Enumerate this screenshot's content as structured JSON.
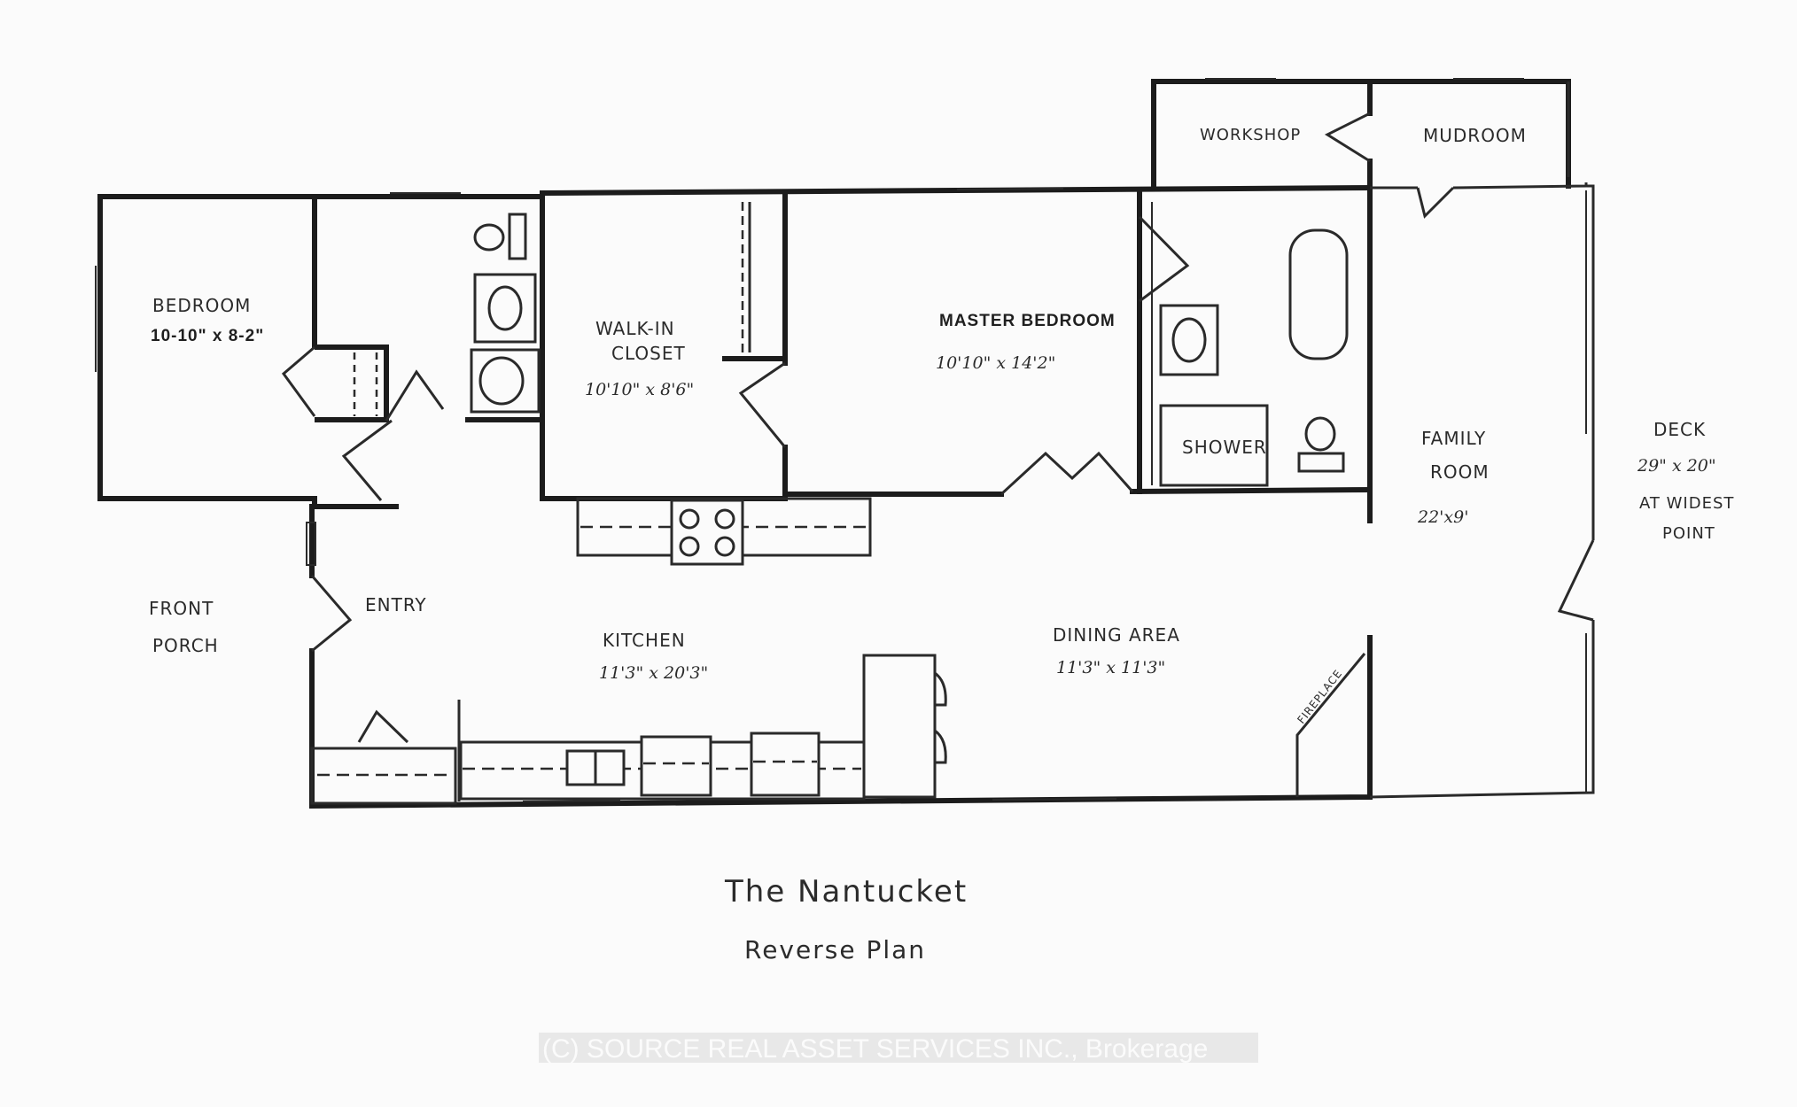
{
  "title": "The Nantucket",
  "subtitle": "Reverse Plan",
  "watermark": "(C) SOURCE REAL ASSET SERVICES INC., Brokerage",
  "rooms": {
    "bedroom": {
      "name": "BEDROOM",
      "dims": "10-10\" x 8-2\""
    },
    "walk_in_closet": {
      "name_line1": "WALK-IN",
      "name_line2": "CLOSET",
      "dims": "10'10\" x 8'6\""
    },
    "master_bedroom": {
      "name": "MASTER BEDROOM",
      "dims": "10'10\" x 14'2\""
    },
    "workshop": {
      "name": "WORKSHOP"
    },
    "mudroom": {
      "name": "MUDROOM"
    },
    "shower": {
      "name": "SHOWER"
    },
    "family_room": {
      "name_line1": "FAMILY",
      "name_line2": "ROOM",
      "dims": "22'x9'"
    },
    "deck": {
      "name": "DECK",
      "dims": "29\" x 20\"",
      "note_line1": "AT WIDEST",
      "note_line2": "POINT"
    },
    "front_porch": {
      "name_line1": "FRONT",
      "name_line2": "PORCH"
    },
    "entry": {
      "name": "ENTRY"
    },
    "kitchen": {
      "name": "KITCHEN",
      "dims": "11'3\" x 20'3\""
    },
    "dining_area": {
      "name": "DINING AREA",
      "dims": "11'3\" x 11'3\""
    },
    "fireplace": {
      "name": "FIREPLACE"
    }
  }
}
